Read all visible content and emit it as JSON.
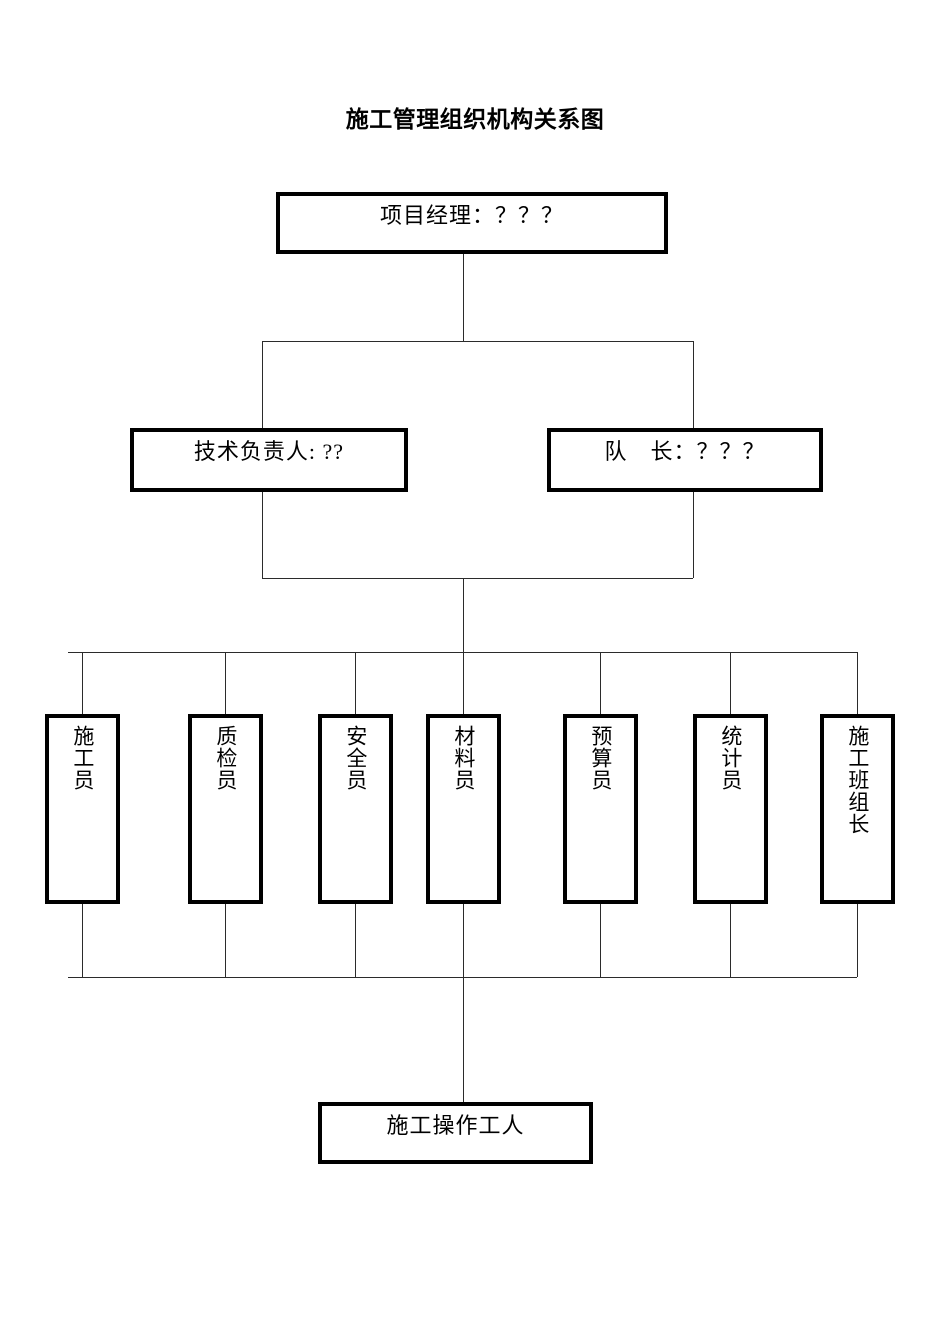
{
  "page": {
    "title": "施工管理组织机构关系图",
    "background_color": "#ffffff",
    "line_color": "#2b2b2b",
    "box_border_color": "#000000"
  },
  "chart_data": {
    "type": "diagram",
    "diagram_kind": "organization-chart",
    "title": "施工管理组织机构关系图",
    "orientation": "top-down",
    "levels": [
      {
        "level": 1,
        "nodes": [
          {
            "id": "project-manager",
            "label": "项目经理：？？？",
            "shape": "horizontal-box",
            "text_direction": "horizontal"
          }
        ]
      },
      {
        "level": 2,
        "nodes": [
          {
            "id": "technical-director",
            "label": "技术负责人: ??",
            "shape": "horizontal-box",
            "text_direction": "horizontal"
          },
          {
            "id": "team-leader",
            "label": "队　长：？？？",
            "shape": "horizontal-box",
            "text_direction": "horizontal"
          }
        ]
      },
      {
        "level": 3,
        "nodes": [
          {
            "id": "construction-officer",
            "label": "施工员",
            "shape": "vertical-box",
            "text_direction": "vertical"
          },
          {
            "id": "quality-inspector",
            "label": "质检员",
            "shape": "vertical-box",
            "text_direction": "vertical"
          },
          {
            "id": "safety-officer",
            "label": "安全员",
            "shape": "vertical-box",
            "text_direction": "vertical"
          },
          {
            "id": "material-officer",
            "label": "材料员",
            "shape": "vertical-box",
            "text_direction": "vertical"
          },
          {
            "id": "budget-officer",
            "label": "预算员",
            "shape": "vertical-box",
            "text_direction": "vertical"
          },
          {
            "id": "statistician",
            "label": "统计员",
            "shape": "vertical-box",
            "text_direction": "vertical"
          },
          {
            "id": "construction-team-leader",
            "label": "施工班组长",
            "shape": "vertical-box",
            "text_direction": "vertical"
          }
        ]
      },
      {
        "level": 4,
        "nodes": [
          {
            "id": "construction-workers",
            "label": "施工操作工人",
            "shape": "horizontal-box",
            "text_direction": "horizontal"
          }
        ]
      }
    ],
    "edges": [
      {
        "from": "project-manager",
        "to": "technical-director"
      },
      {
        "from": "project-manager",
        "to": "team-leader"
      },
      {
        "from": "technical-director",
        "to": "construction-officer"
      },
      {
        "from": "technical-director",
        "to": "quality-inspector"
      },
      {
        "from": "technical-director",
        "to": "safety-officer"
      },
      {
        "from": "technical-director",
        "to": "material-officer"
      },
      {
        "from": "technical-director",
        "to": "budget-officer"
      },
      {
        "from": "technical-director",
        "to": "statistician"
      },
      {
        "from": "technical-director",
        "to": "construction-team-leader"
      },
      {
        "from": "team-leader",
        "to": "construction-officer"
      },
      {
        "from": "team-leader",
        "to": "quality-inspector"
      },
      {
        "from": "team-leader",
        "to": "safety-officer"
      },
      {
        "from": "team-leader",
        "to": "material-officer"
      },
      {
        "from": "team-leader",
        "to": "budget-officer"
      },
      {
        "from": "team-leader",
        "to": "statistician"
      },
      {
        "from": "team-leader",
        "to": "construction-team-leader"
      },
      {
        "from": "construction-officer",
        "to": "construction-workers"
      },
      {
        "from": "quality-inspector",
        "to": "construction-workers"
      },
      {
        "from": "safety-officer",
        "to": "construction-workers"
      },
      {
        "from": "material-officer",
        "to": "construction-workers"
      },
      {
        "from": "budget-officer",
        "to": "construction-workers"
      },
      {
        "from": "statistician",
        "to": "construction-workers"
      },
      {
        "from": "construction-team-leader",
        "to": "construction-workers"
      }
    ]
  },
  "nodes": {
    "project_manager": {
      "label": "项目经理：？？？"
    },
    "technical_director": {
      "label": "技术负责人: ??"
    },
    "team_leader": {
      "label": "队　长：？？？"
    },
    "construction_officer": {
      "label": "施工员"
    },
    "quality_inspector": {
      "label": "质检员"
    },
    "safety_officer": {
      "label": "安全员"
    },
    "material_officer": {
      "label": "材料员"
    },
    "budget_officer": {
      "label": "预算员"
    },
    "statistician": {
      "label": "统计员"
    },
    "construction_team_leader": {
      "label": "施工班组长"
    },
    "construction_workers": {
      "label": "施工操作工人"
    }
  }
}
